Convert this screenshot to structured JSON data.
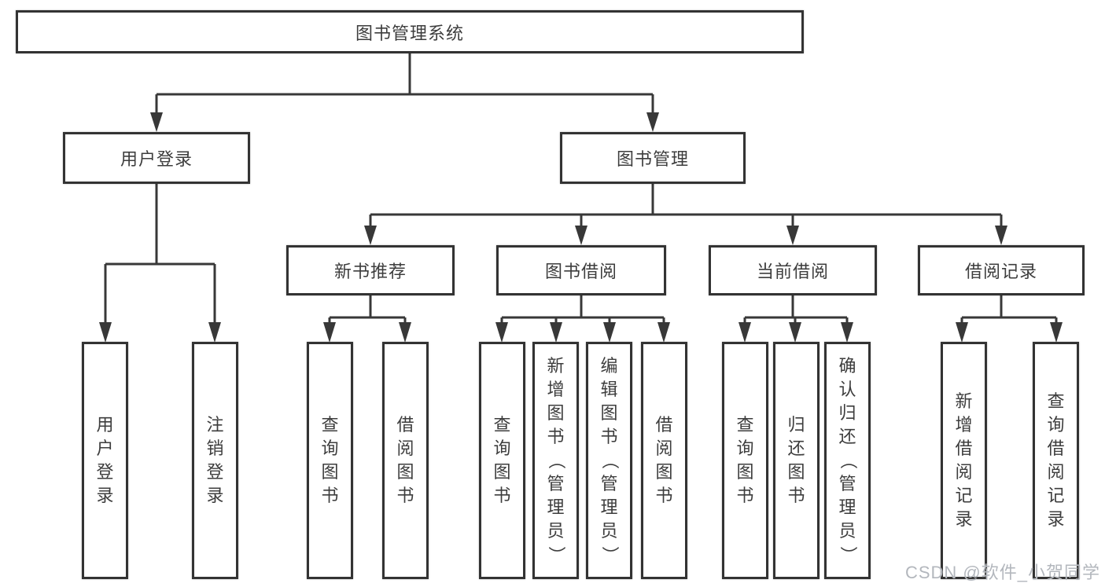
{
  "diagram": {
    "type": "hierarchy-diagram",
    "tree": {
      "label": "图书管理系统",
      "children": [
        {
          "label": "用户登录",
          "children": [
            {
              "label": "用户登录"
            },
            {
              "label": "注销登录"
            }
          ]
        },
        {
          "label": "图书管理",
          "children": [
            {
              "label": "新书推荐",
              "children": [
                {
                  "label": "查询图书"
                },
                {
                  "label": "借阅图书"
                }
              ]
            },
            {
              "label": "图书借阅",
              "children": [
                {
                  "label": "查询图书"
                },
                {
                  "label": "新增图书（管理员）"
                },
                {
                  "label": "编辑图书（管理员）"
                },
                {
                  "label": "借阅图书"
                }
              ]
            },
            {
              "label": "当前借阅",
              "children": [
                {
                  "label": "查询图书"
                },
                {
                  "label": "归还图书"
                },
                {
                  "label": "确认归还（管理员）"
                }
              ]
            },
            {
              "label": "借阅记录",
              "children": [
                {
                  "label": "新增借阅记录"
                },
                {
                  "label": "查询借阅记录"
                }
              ]
            }
          ]
        }
      ]
    },
    "watermark": "CSDN @软件_小贺同学",
    "colors": {
      "line": "#383838",
      "border": "#333333",
      "text": "#3d3d3d",
      "background": "#ffffff",
      "watermark": "#b3b7bd"
    }
  }
}
